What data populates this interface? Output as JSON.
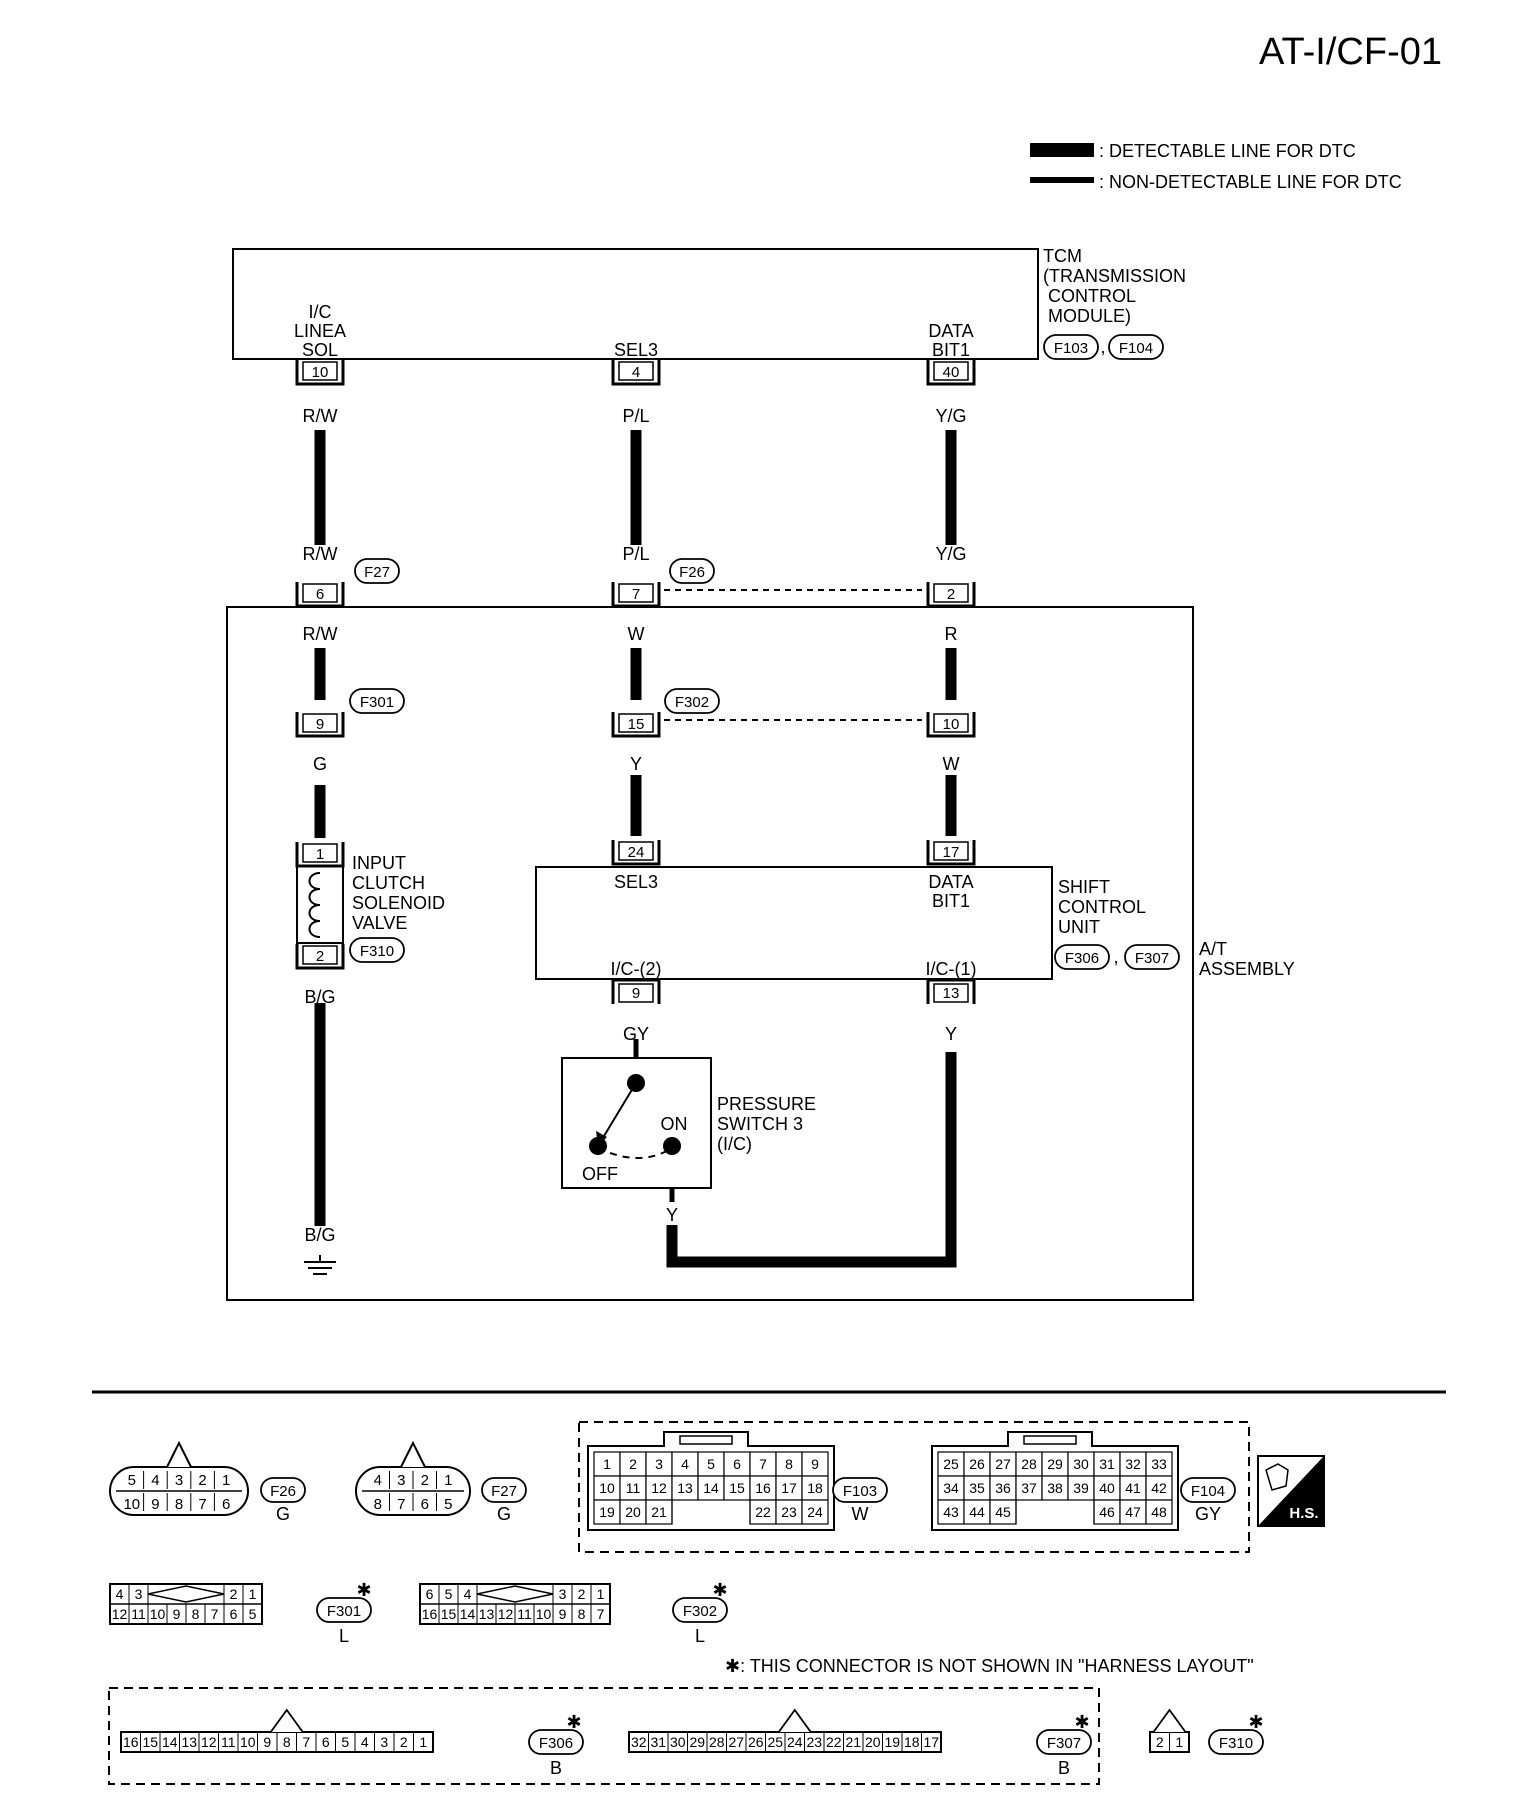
{
  "page_code": "AT-I/CF-01",
  "legend": {
    "detectable": ": DETECTABLE LINE FOR DTC",
    "non_detectable": ": NON-DETECTABLE LINE FOR DTC"
  },
  "tcm": {
    "lines": [
      "TCM",
      "(TRANSMISSION",
      " CONTROL",
      " MODULE)"
    ],
    "connectors": [
      "F103",
      "F104"
    ],
    "sep": ",",
    "pins": [
      {
        "lines": [
          "I/C",
          "LINEA",
          "SOL"
        ],
        "num": "10",
        "wire": "R/W"
      },
      {
        "lines": [
          "SEL3"
        ],
        "num": "4",
        "wire": "P/L"
      },
      {
        "lines": [
          "DATA",
          "BIT1"
        ],
        "num": "40",
        "wire": "Y/G"
      }
    ]
  },
  "f27": {
    "id": "F27",
    "pin": "6",
    "top": "R/W",
    "bottom": "R/W"
  },
  "f26": {
    "id": "F26",
    "pins": [
      {
        "num": "7",
        "top": "P/L",
        "bottom": "W"
      },
      {
        "num": "2",
        "top": "Y/G",
        "bottom": "R"
      }
    ]
  },
  "f301": {
    "id": "F301",
    "pin": "9",
    "bottom": "G"
  },
  "f302": {
    "id": "F302",
    "pins": [
      {
        "num": "15",
        "bottom": "Y"
      },
      {
        "num": "10",
        "bottom": "W"
      }
    ]
  },
  "solenoid": {
    "lines": [
      "INPUT",
      "CLUTCH",
      "SOLENOID",
      "VALVE"
    ],
    "pin1": "1",
    "pin2": "2",
    "connector": "F310",
    "wire_out": "B/G",
    "ground_wire": "B/G"
  },
  "scu": {
    "lines": [
      "SHIFT",
      "CONTROL",
      "UNIT"
    ],
    "connectors": [
      "F306",
      "F307"
    ],
    "sep": ",",
    "in_pins": [
      {
        "num": "24",
        "label": [
          "SEL3"
        ]
      },
      {
        "num": "17",
        "label": [
          "DATA",
          "BIT1"
        ]
      }
    ],
    "out_pins": [
      {
        "num": "9",
        "label": "I/C-(2)",
        "wire": "GY"
      },
      {
        "num": "13",
        "label": "I/C-(1)",
        "wire": "Y"
      }
    ]
  },
  "pressure_switch": {
    "lines": [
      "PRESSURE",
      "SWITCH 3",
      "(I/C)"
    ],
    "on": "ON",
    "off": "OFF",
    "wire_out": "Y"
  },
  "at_assembly": [
    "A/T",
    "ASSEMBLY"
  ],
  "connector_views": {
    "f26": {
      "id": "F26",
      "color": "G",
      "top": [
        "5",
        "4",
        "3",
        "2",
        "1"
      ],
      "bottom": [
        "10",
        "9",
        "8",
        "7",
        "6"
      ]
    },
    "f27": {
      "id": "F27",
      "color": "G",
      "top": [
        "4",
        "3",
        "2",
        "1"
      ],
      "bottom": [
        "8",
        "7",
        "6",
        "5"
      ]
    },
    "f103": {
      "id": "F103",
      "color": "W",
      "rows": [
        [
          "1",
          "2",
          "3",
          "4",
          "5",
          "6",
          "7",
          "8",
          "9"
        ],
        [
          "10",
          "11",
          "12",
          "13",
          "14",
          "15",
          "16",
          "17",
          "18"
        ],
        [
          "19",
          "20",
          "21",
          "",
          "",
          "",
          "22",
          "23",
          "24"
        ]
      ]
    },
    "f104": {
      "id": "F104",
      "color": "GY",
      "rows": [
        [
          "25",
          "26",
          "27",
          "28",
          "29",
          "30",
          "31",
          "32",
          "33"
        ],
        [
          "34",
          "35",
          "36",
          "37",
          "38",
          "39",
          "40",
          "41",
          "42"
        ],
        [
          "43",
          "44",
          "45",
          "",
          "",
          "",
          "46",
          "47",
          "48"
        ]
      ]
    },
    "hs": "H.S.",
    "f301": {
      "id": "F301",
      "color": "L",
      "top": [
        "4",
        "3",
        "2",
        "1"
      ],
      "bottom": [
        "12",
        "11",
        "10",
        "9",
        "8",
        "7",
        "6",
        "5"
      ]
    },
    "f302": {
      "id": "F302",
      "color": "L",
      "top": [
        "6",
        "5",
        "4",
        "3",
        "2",
        "1"
      ],
      "bottom": [
        "16",
        "15",
        "14",
        "13",
        "12",
        "11",
        "10",
        "9",
        "8",
        "7"
      ]
    },
    "note": "✱: THIS CONNECTOR IS NOT SHOWN IN \"HARNESS LAYOUT\"",
    "star": "✱",
    "f306": {
      "id": "F306",
      "color": "B",
      "pins": [
        "16",
        "15",
        "14",
        "13",
        "12",
        "11",
        "10",
        "9",
        "8",
        "7",
        "6",
        "5",
        "4",
        "3",
        "2",
        "1"
      ]
    },
    "f307": {
      "id": "F307",
      "color": "B",
      "pins": [
        "32",
        "31",
        "30",
        "29",
        "28",
        "27",
        "26",
        "25",
        "24",
        "23",
        "22",
        "21",
        "20",
        "19",
        "18",
        "17"
      ]
    },
    "f310": {
      "id": "F310",
      "pins": [
        "2",
        "1"
      ]
    }
  }
}
